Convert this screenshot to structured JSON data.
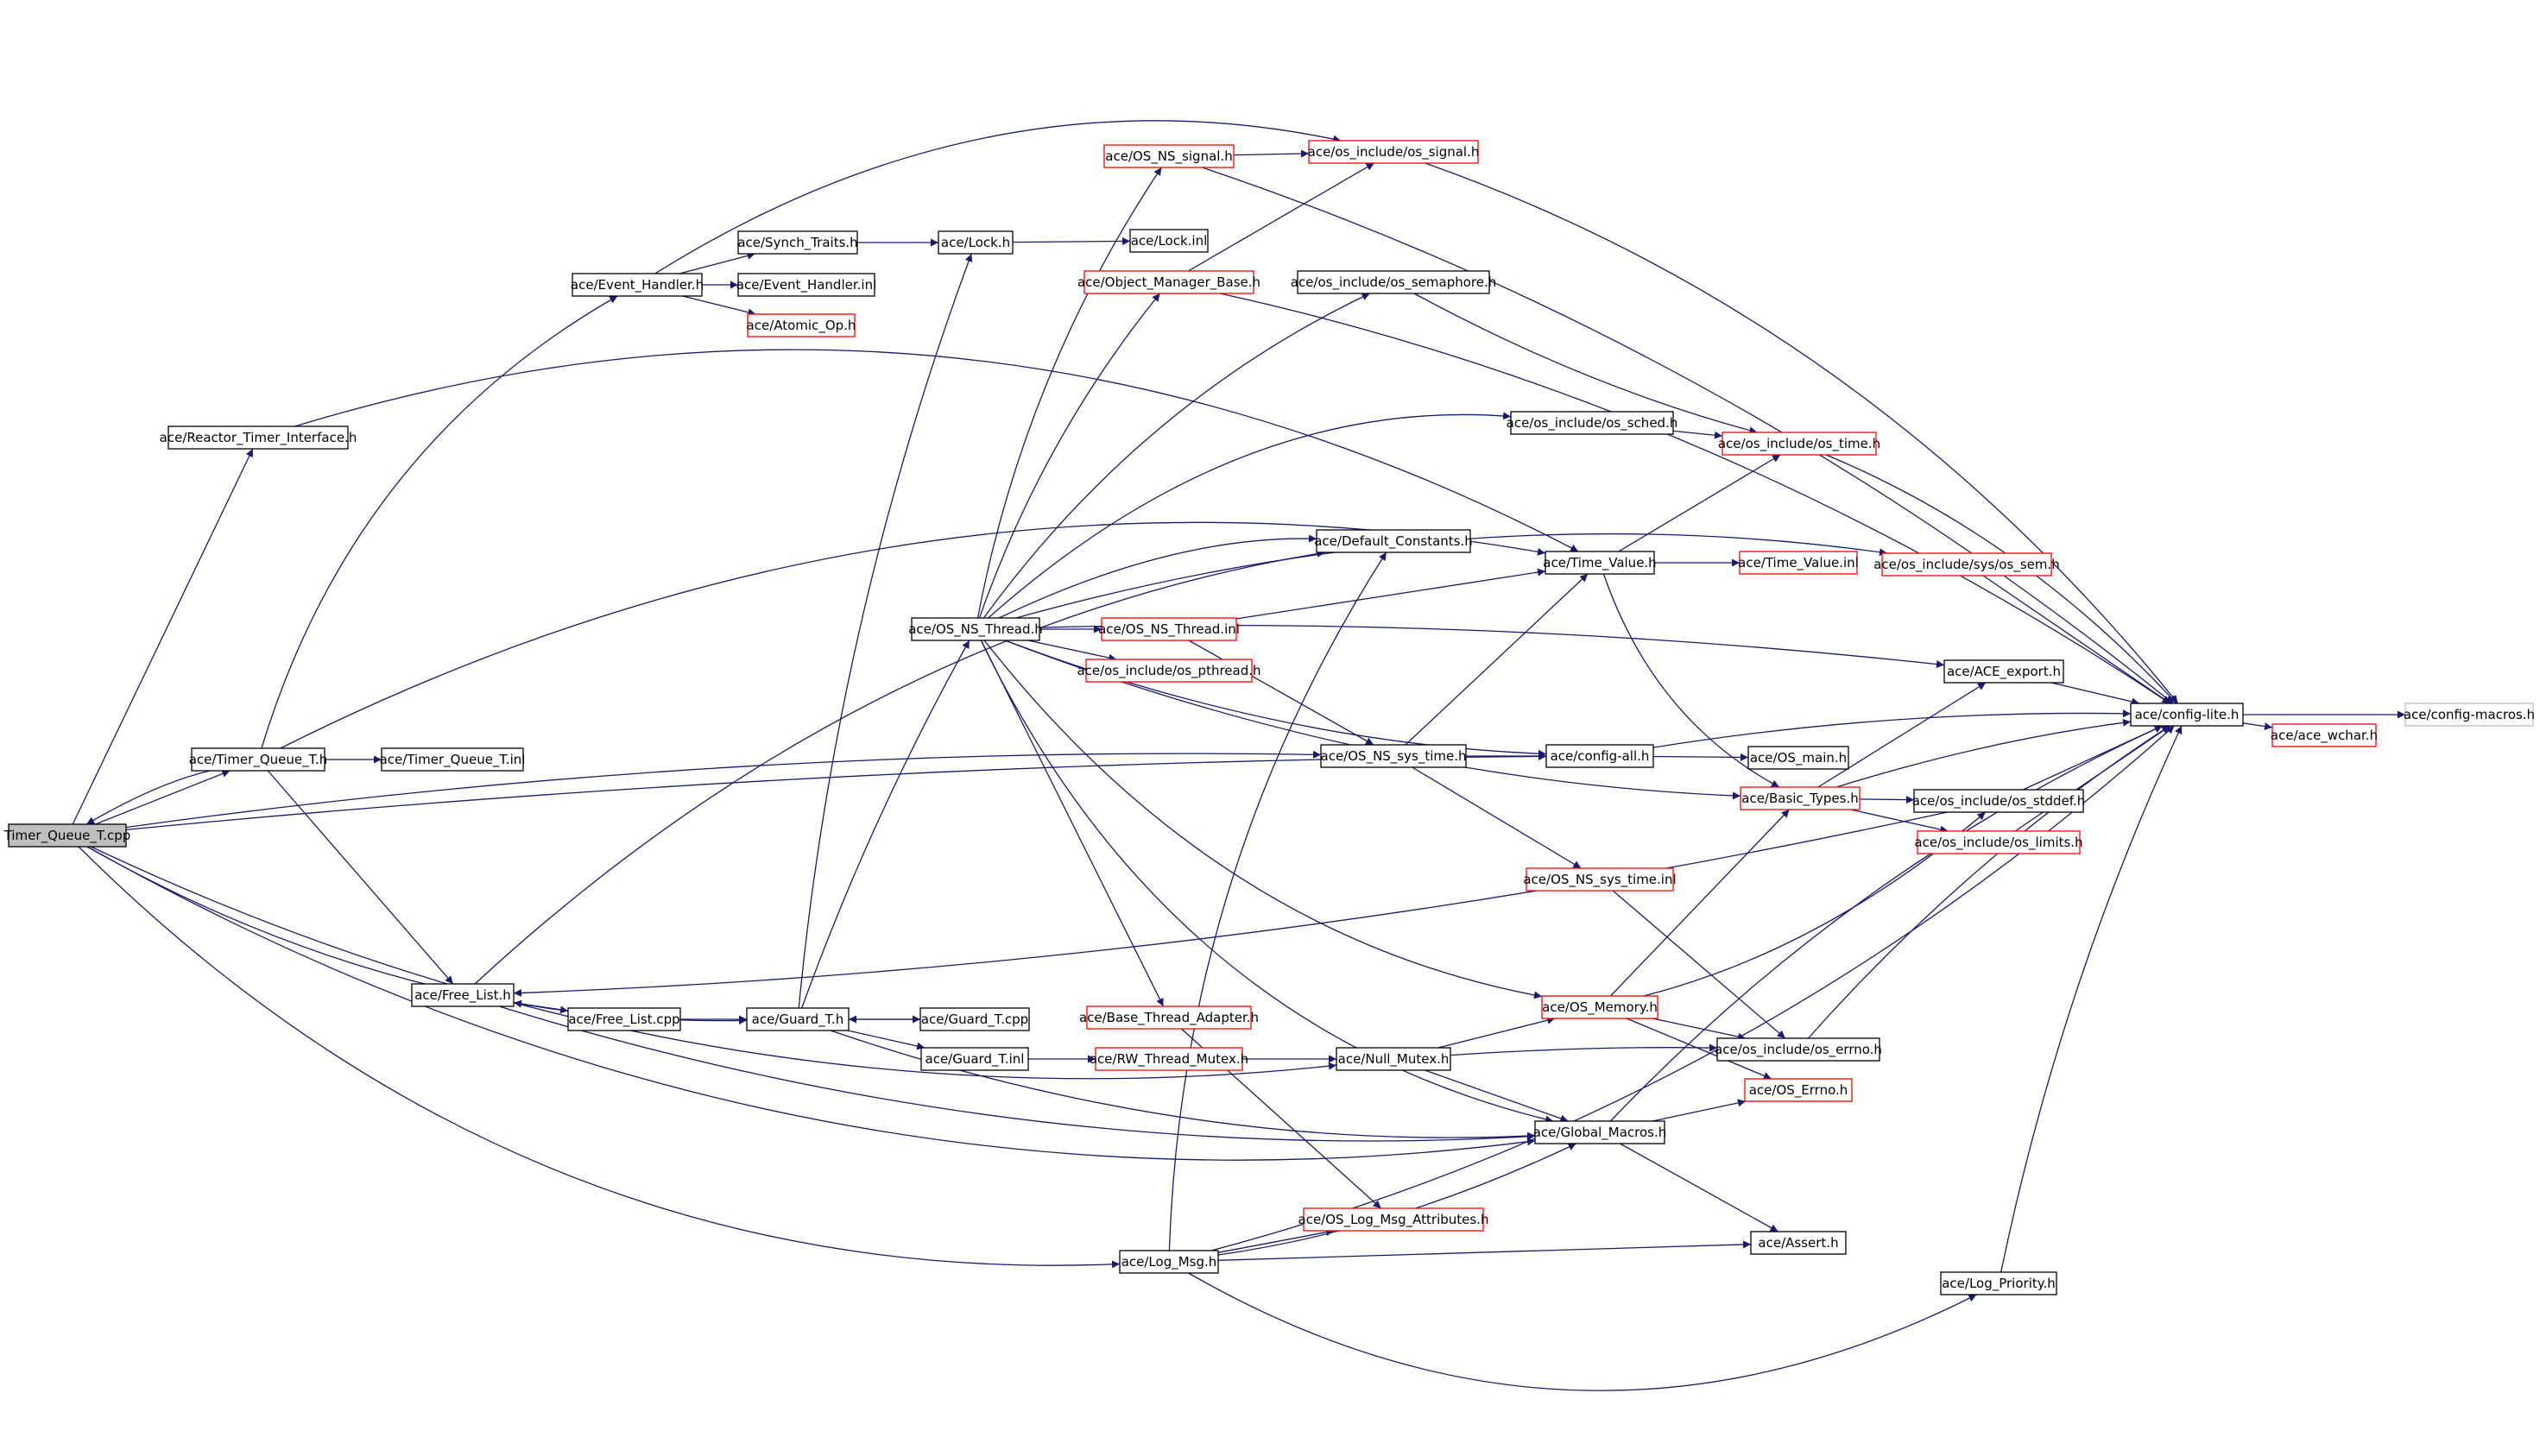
{
  "colors": {
    "edge": "#191970",
    "node_border": "#000000",
    "node_border_incomplete": "#ff0000",
    "node_border_external": "#bfbfbf",
    "root_fill": "#bfbfbf",
    "node_fill": "#ffffff",
    "text": "#000000"
  },
  "nodes": [
    {
      "id": "timer_queue_cpp",
      "label": "Timer_Queue_T.cpp",
      "style": "root"
    },
    {
      "id": "reactor_timer_interface",
      "label": "ace/Reactor_Timer_Interface.h",
      "style": "normal"
    },
    {
      "id": "timer_queue_h",
      "label": "ace/Timer_Queue_T.h",
      "style": "normal"
    },
    {
      "id": "timer_queue_inl",
      "label": "ace/Timer_Queue_T.inl",
      "style": "normal"
    },
    {
      "id": "free_list_h",
      "label": "ace/Free_List.h",
      "style": "normal"
    },
    {
      "id": "free_list_cpp",
      "label": "ace/Free_List.cpp",
      "style": "normal"
    },
    {
      "id": "event_handler_h",
      "label": "ace/Event_Handler.h",
      "style": "normal"
    },
    {
      "id": "synch_traits_h",
      "label": "ace/Synch_Traits.h",
      "style": "normal"
    },
    {
      "id": "event_handler_inl",
      "label": "ace/Event_Handler.inl",
      "style": "normal"
    },
    {
      "id": "atomic_op_h",
      "label": "ace/Atomic_Op.h",
      "style": "incomplete"
    },
    {
      "id": "lock_h",
      "label": "ace/Lock.h",
      "style": "normal"
    },
    {
      "id": "lock_inl",
      "label": "ace/Lock.inl",
      "style": "normal"
    },
    {
      "id": "guard_h",
      "label": "ace/Guard_T.h",
      "style": "normal"
    },
    {
      "id": "guard_cpp",
      "label": "ace/Guard_T.cpp",
      "style": "normal"
    },
    {
      "id": "guard_inl",
      "label": "ace/Guard_T.inl",
      "style": "normal"
    },
    {
      "id": "os_ns_thread_h",
      "label": "ace/OS_NS_Thread.h",
      "style": "normal"
    },
    {
      "id": "os_ns_signal_h",
      "label": "ace/OS_NS_signal.h",
      "style": "incomplete"
    },
    {
      "id": "os_include_signal",
      "label": "ace/os_include/os_signal.h",
      "style": "incomplete"
    },
    {
      "id": "object_manager_base",
      "label": "ace/Object_Manager_Base.h",
      "style": "incomplete"
    },
    {
      "id": "os_include_semaphore",
      "label": "ace/os_include/os_semaphore.h",
      "style": "normal"
    },
    {
      "id": "os_include_sched",
      "label": "ace/os_include/os_sched.h",
      "style": "normal"
    },
    {
      "id": "os_include_time",
      "label": "ace/os_include/os_time.h",
      "style": "incomplete"
    },
    {
      "id": "default_constants",
      "label": "ace/Default_Constants.h",
      "style": "normal"
    },
    {
      "id": "time_value_h",
      "label": "ace/Time_Value.h",
      "style": "normal"
    },
    {
      "id": "time_value_inl",
      "label": "ace/Time_Value.inl",
      "style": "incomplete"
    },
    {
      "id": "os_include_sys_sem",
      "label": "ace/os_include/sys/os_sem.h",
      "style": "incomplete"
    },
    {
      "id": "os_ns_thread_inl",
      "label": "ace/OS_NS_Thread.inl",
      "style": "incomplete"
    },
    {
      "id": "os_include_pthread",
      "label": "ace/os_include/os_pthread.h",
      "style": "incomplete"
    },
    {
      "id": "ace_export",
      "label": "ace/ACE_export.h",
      "style": "normal"
    },
    {
      "id": "config_lite",
      "label": "ace/config-lite.h",
      "style": "normal"
    },
    {
      "id": "config_macros",
      "label": "ace/config-macros.h",
      "style": "external"
    },
    {
      "id": "ace_wchar",
      "label": "ace/ace_wchar.h",
      "style": "incomplete"
    },
    {
      "id": "os_ns_sys_time_h",
      "label": "ace/OS_NS_sys_time.h",
      "style": "normal"
    },
    {
      "id": "config_all",
      "label": "ace/config-all.h",
      "style": "normal"
    },
    {
      "id": "os_main",
      "label": "ace/OS_main.h",
      "style": "normal"
    },
    {
      "id": "basic_types",
      "label": "ace/Basic_Types.h",
      "style": "incomplete"
    },
    {
      "id": "os_include_stddef",
      "label": "ace/os_include/os_stddef.h",
      "style": "normal"
    },
    {
      "id": "os_include_limits",
      "label": "ace/os_include/os_limits.h",
      "style": "incomplete"
    },
    {
      "id": "os_ns_sys_time_inl",
      "label": "ace/OS_NS_sys_time.inl",
      "style": "incomplete"
    },
    {
      "id": "os_memory",
      "label": "ace/OS_Memory.h",
      "style": "incomplete"
    },
    {
      "id": "os_include_errno",
      "label": "ace/os_include/os_errno.h",
      "style": "normal"
    },
    {
      "id": "base_thread_adapter",
      "label": "ace/Base_Thread_Adapter.h",
      "style": "incomplete"
    },
    {
      "id": "rw_thread_mutex",
      "label": "ace/RW_Thread_Mutex.h",
      "style": "incomplete"
    },
    {
      "id": "null_mutex",
      "label": "ace/Null_Mutex.h",
      "style": "normal"
    },
    {
      "id": "os_errno",
      "label": "ace/OS_Errno.h",
      "style": "incomplete"
    },
    {
      "id": "global_macros",
      "label": "ace/Global_Macros.h",
      "style": "normal"
    },
    {
      "id": "os_log_msg_attributes",
      "label": "ace/OS_Log_Msg_Attributes.h",
      "style": "incomplete"
    },
    {
      "id": "log_msg",
      "label": "ace/Log_Msg.h",
      "style": "normal"
    },
    {
      "id": "assert_h",
      "label": "ace/Assert.h",
      "style": "normal"
    },
    {
      "id": "log_priority",
      "label": "ace/Log_Priority.h",
      "style": "normal"
    }
  ],
  "edges": [
    [
      "timer_queue_cpp",
      "reactor_timer_interface"
    ],
    [
      "timer_queue_cpp",
      "timer_queue_h"
    ],
    [
      "timer_queue_cpp",
      "os_ns_sys_time_h"
    ],
    [
      "timer_queue_cpp",
      "config_all"
    ],
    [
      "timer_queue_cpp",
      "guard_h"
    ],
    [
      "timer_queue_cpp",
      "null_mutex"
    ],
    [
      "timer_queue_cpp",
      "global_macros"
    ],
    [
      "timer_queue_cpp",
      "log_msg"
    ],
    [
      "timer_queue_h",
      "timer_queue_cpp"
    ],
    [
      "timer_queue_h",
      "timer_queue_inl"
    ],
    [
      "timer_queue_h",
      "event_handler_h"
    ],
    [
      "timer_queue_h",
      "free_list_h"
    ],
    [
      "timer_queue_h",
      "time_value_h"
    ],
    [
      "reactor_timer_interface",
      "time_value_h"
    ],
    [
      "event_handler_h",
      "synch_traits_h"
    ],
    [
      "event_handler_h",
      "event_handler_inl"
    ],
    [
      "event_handler_h",
      "atomic_op_h"
    ],
    [
      "event_handler_h",
      "os_include_signal"
    ],
    [
      "synch_traits_h",
      "lock_h"
    ],
    [
      "lock_h",
      "lock_inl"
    ],
    [
      "free_list_h",
      "free_list_cpp"
    ],
    [
      "free_list_h",
      "default_constants"
    ],
    [
      "free_list_h",
      "global_macros"
    ],
    [
      "free_list_cpp",
      "free_list_h"
    ],
    [
      "free_list_cpp",
      "guard_h"
    ],
    [
      "guard_h",
      "guard_cpp"
    ],
    [
      "guard_h",
      "guard_inl"
    ],
    [
      "guard_h",
      "lock_h"
    ],
    [
      "guard_h",
      "os_ns_thread_h"
    ],
    [
      "guard_h",
      "global_macros"
    ],
    [
      "guard_cpp",
      "guard_h"
    ],
    [
      "guard_inl",
      "rw_thread_mutex"
    ],
    [
      "rw_thread_mutex",
      "null_mutex"
    ],
    [
      "os_ns_thread_h",
      "os_ns_signal_h"
    ],
    [
      "os_ns_thread_h",
      "object_manager_base"
    ],
    [
      "os_ns_thread_h",
      "os_include_semaphore"
    ],
    [
      "os_ns_thread_h",
      "os_include_sched"
    ],
    [
      "os_ns_thread_h",
      "default_constants"
    ],
    [
      "os_ns_thread_h",
      "os_include_sys_sem"
    ],
    [
      "os_ns_thread_h",
      "os_ns_thread_inl"
    ],
    [
      "os_ns_thread_h",
      "os_include_pthread"
    ],
    [
      "os_ns_thread_h",
      "ace_export"
    ],
    [
      "os_ns_thread_h",
      "config_all"
    ],
    [
      "os_ns_thread_h",
      "basic_types"
    ],
    [
      "os_ns_thread_h",
      "os_memory"
    ],
    [
      "os_ns_thread_h",
      "base_thread_adapter"
    ],
    [
      "os_ns_thread_h",
      "global_macros"
    ],
    [
      "os_ns_signal_h",
      "os_include_signal"
    ],
    [
      "os_ns_signal_h",
      "config_lite"
    ],
    [
      "os_include_signal",
      "config_lite"
    ],
    [
      "object_manager_base",
      "os_include_signal"
    ],
    [
      "object_manager_base",
      "config_lite"
    ],
    [
      "os_include_semaphore",
      "os_include_time"
    ],
    [
      "os_include_sched",
      "os_include_time"
    ],
    [
      "os_include_time",
      "config_lite"
    ],
    [
      "time_value_h",
      "time_value_inl"
    ],
    [
      "time_value_h",
      "os_include_time"
    ],
    [
      "time_value_h",
      "basic_types"
    ],
    [
      "os_ns_thread_inl",
      "time_value_h"
    ],
    [
      "os_ns_thread_inl",
      "os_ns_sys_time_h"
    ],
    [
      "os_include_sys_sem",
      "config_lite"
    ],
    [
      "ace_export",
      "config_lite"
    ],
    [
      "config_lite",
      "config_macros"
    ],
    [
      "config_lite",
      "ace_wchar"
    ],
    [
      "os_ns_sys_time_h",
      "time_value_h"
    ],
    [
      "os_ns_sys_time_h",
      "config_all"
    ],
    [
      "os_ns_sys_time_h",
      "os_ns_sys_time_inl"
    ],
    [
      "config_all",
      "config_lite"
    ],
    [
      "config_all",
      "os_main"
    ],
    [
      "basic_types",
      "ace_export"
    ],
    [
      "basic_types",
      "config_lite"
    ],
    [
      "basic_types",
      "os_include_stddef"
    ],
    [
      "basic_types",
      "os_include_limits"
    ],
    [
      "os_include_stddef",
      "config_lite"
    ],
    [
      "os_include_stddef",
      "free_list_h"
    ],
    [
      "os_include_limits",
      "config_lite"
    ],
    [
      "os_ns_sys_time_inl",
      "os_include_errno"
    ],
    [
      "os_memory",
      "basic_types"
    ],
    [
      "os_memory",
      "os_include_stddef"
    ],
    [
      "os_memory",
      "os_include_errno"
    ],
    [
      "os_memory",
      "os_errno"
    ],
    [
      "os_include_errno",
      "config_lite"
    ],
    [
      "base_thread_adapter",
      "os_log_msg_attributes"
    ],
    [
      "null_mutex",
      "os_memory"
    ],
    [
      "null_mutex",
      "os_include_errno"
    ],
    [
      "null_mutex",
      "global_macros"
    ],
    [
      "global_macros",
      "os_errno"
    ],
    [
      "global_macros",
      "config_lite"
    ],
    [
      "global_macros",
      "assert_h"
    ],
    [
      "log_msg",
      "os_log_msg_attributes"
    ],
    [
      "log_msg",
      "global_macros"
    ],
    [
      "log_msg",
      "assert_h"
    ],
    [
      "log_msg",
      "default_constants"
    ],
    [
      "log_msg",
      "config_lite"
    ],
    [
      "log_msg",
      "log_priority"
    ],
    [
      "log_priority",
      "config_lite"
    ]
  ]
}
